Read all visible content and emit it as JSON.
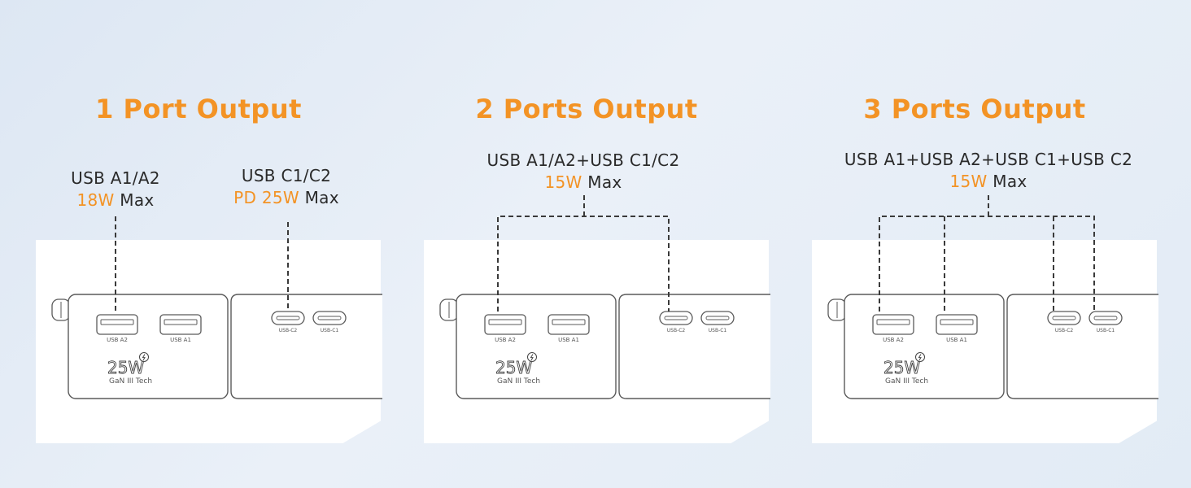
{
  "colors": {
    "accent": "#f39325",
    "text": "#2a2a2a",
    "line": "#3a3a3a",
    "card": "#ffffff"
  },
  "device": {
    "ports": {
      "usb_a2": "USB A2",
      "usb_a1": "USB A1",
      "usb_c2": "USB-C2",
      "usb_c1": "USB-C1"
    },
    "wattage": "25W",
    "tech": "GaN III Tech",
    "icons": {
      "bolt": "lightning-bolt-icon"
    }
  },
  "panels": [
    {
      "heading": "1 Port Output",
      "labels": [
        {
          "line1": "USB A1/A2",
          "highlight": "18W",
          "suffix": " Max"
        },
        {
          "line1": "USB C1/C2",
          "highlight": "PD 25W",
          "suffix": " Max"
        }
      ]
    },
    {
      "heading": "2 Ports Output",
      "labels": [
        {
          "line1": "USB A1/A2+USB C1/C2",
          "highlight": "15W",
          "suffix": " Max"
        }
      ]
    },
    {
      "heading": "3 Ports Output",
      "labels": [
        {
          "line1": "USB A1+USB A2+USB C1+USB C2",
          "highlight": "15W",
          "suffix": " Max"
        }
      ]
    }
  ]
}
